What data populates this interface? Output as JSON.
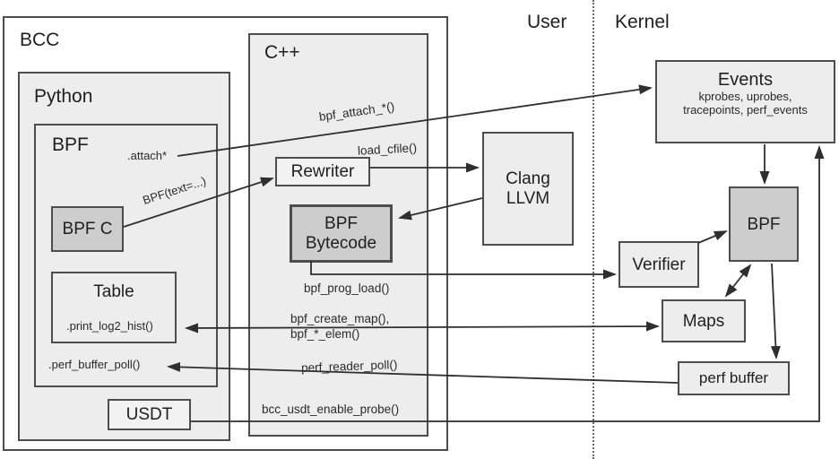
{
  "colors": {
    "background": "#ffffff",
    "box_fill_light": "#ededed",
    "box_fill_dark": "#cdcdcd",
    "border": "#4d4d4d",
    "line": "#2f2f2f",
    "text": "#1f1f1f"
  },
  "regions": {
    "bcc": "BCC",
    "python": "Python",
    "cpp": "C++",
    "user": "User",
    "kernel": "Kernel"
  },
  "boxes": {
    "python_bpf": "BPF",
    "bpf_c": "BPF C",
    "table": "Table",
    "usdt": "USDT",
    "rewriter": "Rewriter",
    "bpf_bytecode": "BPF Bytecode",
    "clang": "Clang LLVM",
    "events": {
      "title": "Events",
      "subtitle_line1": "kprobes, uprobes,",
      "subtitle_line2": "tracepoints, perf_events"
    },
    "kernel_bpf": "BPF",
    "verifier": "Verifier",
    "maps": "Maps",
    "perf_buffer": "perf buffer"
  },
  "edge_labels": {
    "attach": ".attach*",
    "bpf_attach": "bpf_attach_*()",
    "load_cfile": "load_cfile()",
    "bpf_text": "BPF(text=...)",
    "bpf_prog_load": "bpf_prog_load()",
    "bpf_create_map": "bpf_create_map(),",
    "bpf_elem": "bpf_*_elem()",
    "print_log2_hist": ".print_log2_hist()",
    "perf_buffer_poll": ".perf_buffer_poll()",
    "perf_reader_poll": "perf_reader_poll()",
    "bcc_usdt_enable_probe": "bcc_usdt_enable_probe()"
  }
}
